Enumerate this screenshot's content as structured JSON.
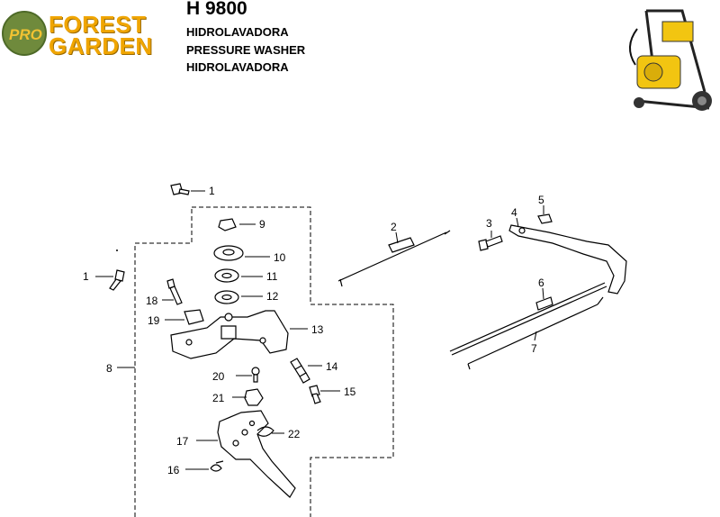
{
  "brand": {
    "badge_text": "PRO",
    "word1": "FOREST",
    "word2": "GARDEN",
    "color": "#f0a500",
    "badge_color": "#6f8a3c"
  },
  "header": {
    "model": "H 9800",
    "line1": "HIDROLAVADORA",
    "line2": "PRESSURE WASHER",
    "line3": "HIDROLAVADORA"
  },
  "diagram": {
    "callouts": [
      "1",
      "9",
      "10",
      "11",
      "12",
      "13",
      "1",
      "18",
      "19",
      "8",
      "20",
      "14",
      "21",
      "15",
      "17",
      "22",
      "16",
      "2",
      "3",
      "4",
      "5",
      "6",
      "7"
    ]
  }
}
